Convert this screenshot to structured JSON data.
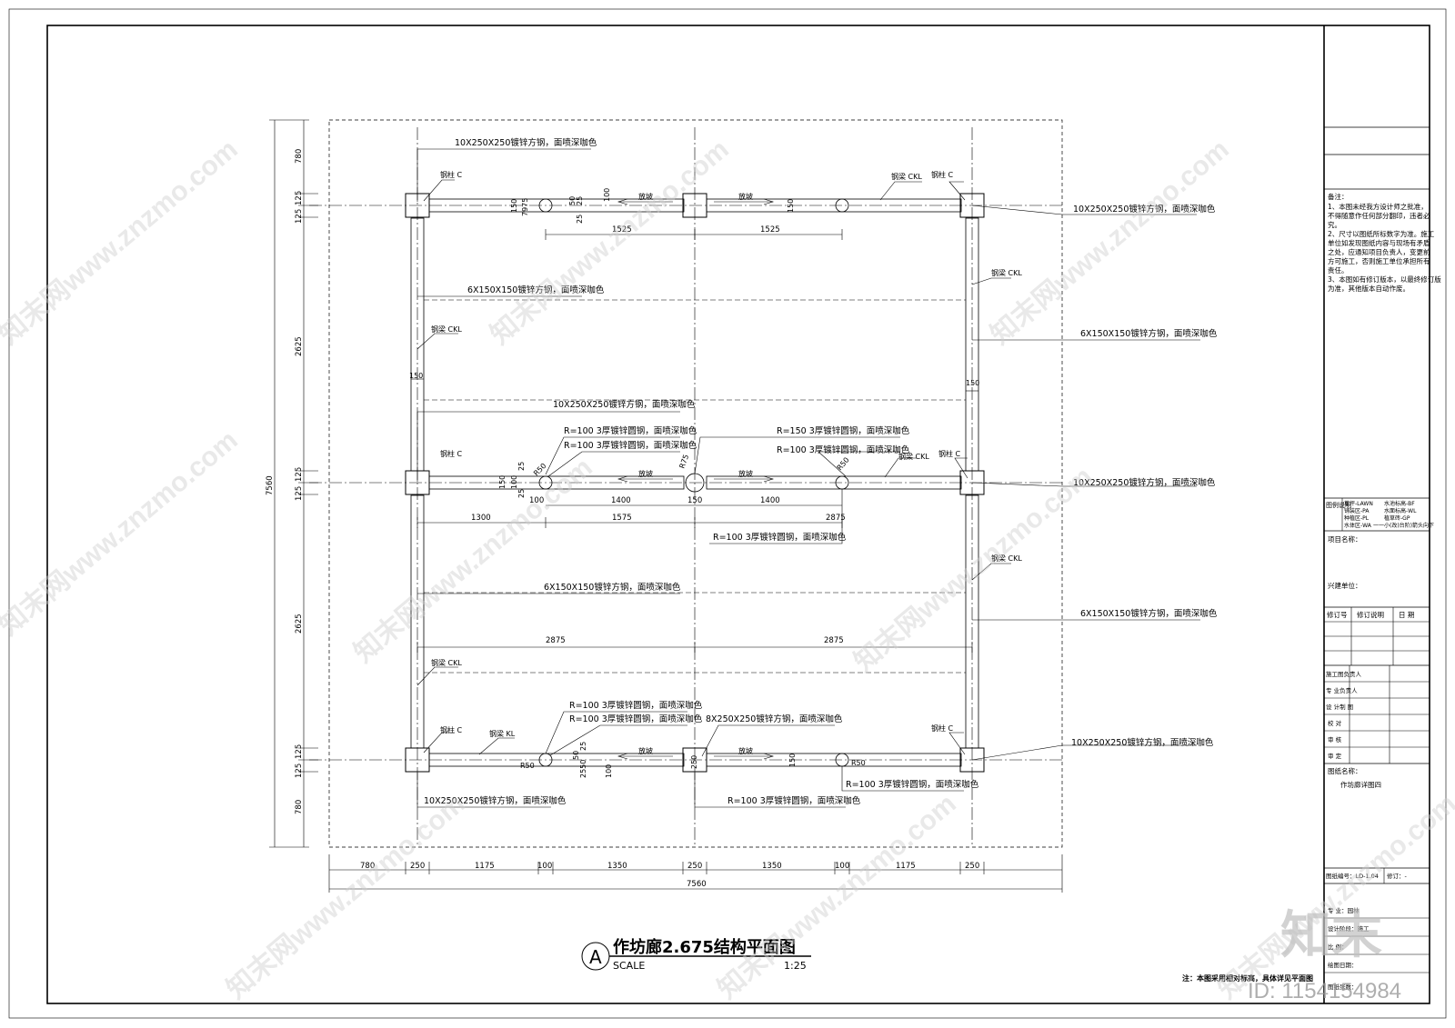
{
  "drawing": {
    "title": "作坊廊2.675结构平面图",
    "marker": "A",
    "scale_label": "SCALE",
    "scale_value": "1:25",
    "footnote": "注：本图采用相对标高，具体详见平面图"
  },
  "dimensions": {
    "bottom": [
      "780",
      "250",
      "1175",
      "100",
      "1350",
      "250",
      "1350",
      "100",
      "1175",
      "250"
    ],
    "bottom_total": "7560",
    "left": [
      "780",
      "125",
      "125",
      "2625",
      "125",
      "125",
      "2625",
      "125",
      "125",
      "780"
    ],
    "left_total": "7560",
    "top_row": {
      "d1": "1525",
      "d2": "1525",
      "v150": "150",
      "v775": "7975",
      "v25a": "25",
      "v25b": "25",
      "v50": "50",
      "v100": "100",
      "v150b": "150"
    },
    "mid_row": {
      "d1": "1400",
      "d2": "1400",
      "d3": "150",
      "d4": "100",
      "d5": "1300",
      "d6": "1575",
      "d7": "2875",
      "v150": "150",
      "v25": "25",
      "v100": "100",
      "v25b": "25"
    },
    "low_row": {
      "d1": "2875",
      "d2": "2875"
    },
    "bottom_row": {
      "v250": "250",
      "v150": "150",
      "v25": "25",
      "v50": "50",
      "v100": "100",
      "v2550": "2550"
    },
    "side150_left": "150",
    "side150_right": "150"
  },
  "labels": {
    "beam_top": "10X250X250镀锌方钢，面喷深咖色",
    "beam_right_top": "10X250X250镀锌方钢，面喷深咖色",
    "col_c": "钢柱 C",
    "beam_ckl": "钢梁 CKL",
    "beam_kl": "钢梁 KL",
    "sec_6x150_left": "6X150X150镀锌方钢，面喷深咖色",
    "sec_6x150_right": "6X150X150镀锌方钢，面喷深咖色",
    "beam_mid": "10X250X250镀锌方钢，面喷深咖色",
    "pipe_r100_a": "R=100  3厚镀锌圆钢，面喷深咖色",
    "pipe_r100_b": "R=100  3厚镀锌圆钢，面喷深咖色",
    "pipe_r150": "R=150  3厚镀锌圆钢，面喷深咖色",
    "pipe_r100_c": "R=100  3厚镀锌圆钢，面喷深咖色",
    "pipe_r100_d": "R=100  3厚镀锌圆钢，面喷深咖色",
    "beam_mid_right": "10X250X250镀锌方钢，面喷深咖色",
    "sec_6x150_left2": "6X150X150镀锌方钢，面喷深咖色",
    "sec_6x150_right2": "6X150X150镀锌方钢，面喷深咖色",
    "pipe_r100_e": "R=100  3厚镀锌圆钢，面喷深咖色",
    "pipe_r100_f": "R=100  3厚镀锌圆钢，面喷深咖色",
    "beam_8x250": "8X250X250镀锌方钢，面喷深咖色",
    "beam_bottom_right": "10X250X250镀锌方钢，面喷深咖色",
    "pipe_r100_g": "R=100  3厚镀锌圆钢，面喷深咖色",
    "beam_bottom_left": "10X250X250镀锌方钢，面喷深咖色",
    "pipe_r100_h": "R=100  3厚镀锌圆钢，面喷深咖色",
    "slope": "放坡",
    "r50": "R50",
    "r75": "R75"
  },
  "title_block": {
    "notes_title": "备注：",
    "notes": [
      "1、本图未经我方设计师之批准，",
      "不得随意作任何部分翻印，违者必",
      "究。",
      "2、尺寸以图纸所标数字为准。施工",
      "单位如发现图纸内容与现场有矛盾",
      "之处，应通知项目负责人，变更前",
      "方可施工，否则施工单位承担所有",
      "责任。",
      "3、本图如有修订版本，以最终修订版",
      "为准，其他版本自动作废。"
    ],
    "legend_label": "图例说明",
    "legend": [
      "草坪-LAWN",
      "水池标高-BF",
      "铺装区-PA",
      "水面标高-WL",
      "种植区-PL",
      "植草砖-GP",
      "水体区-WA",
      "一一小(改)台阶)箭头向下"
    ],
    "project_name": "项目名称：",
    "client": "兴建单位：",
    "rev_no": "修订号",
    "rev_desc": "修订说明",
    "rev_date": "日  期",
    "roles": [
      "施工图负责人",
      "专 业负责人",
      "设 计制 图",
      "校 对",
      "审 核",
      "审 定"
    ],
    "drawing_name_label": "图纸名称：",
    "drawing_name": "作坊廊详图四",
    "drawing_no_label": "图纸编号：LD-1.04",
    "revision_label": "修订：-",
    "major_label": "专  业：园林",
    "phase_label": "设计阶段：施工",
    "ratio_label": "比  例：",
    "date_label": "绘图日期：",
    "sheet_label": "图纸张数："
  },
  "watermark": {
    "text": "知末网www.znzmo.com",
    "brand": "知末",
    "id": "ID: 1154154984"
  }
}
